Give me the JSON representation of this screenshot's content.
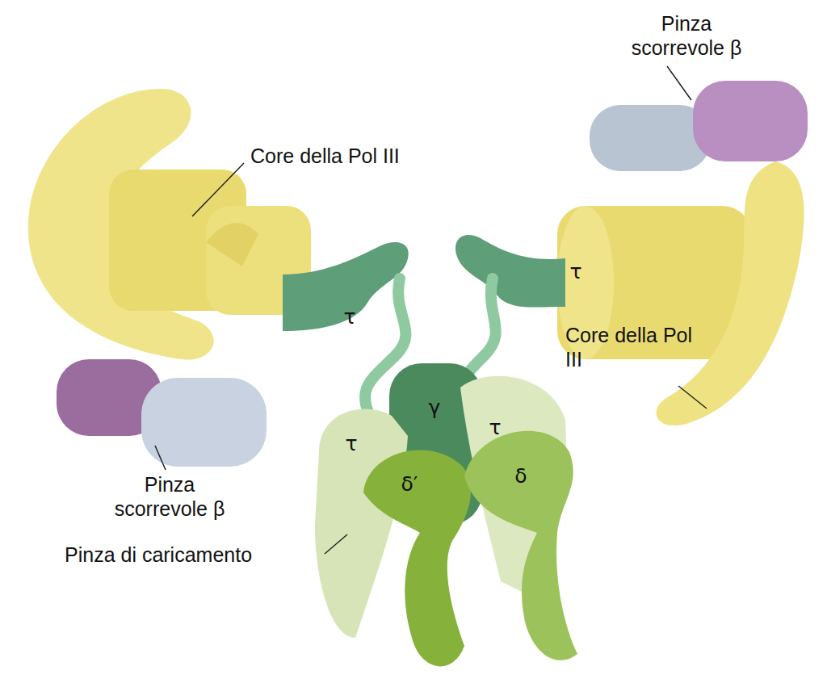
{
  "diagram": {
    "labels": [
      "Pinza scorrevole β",
      "Core della Pol III",
      "τ",
      "τ",
      "Core della Pol III",
      "γ",
      "τ",
      "τ",
      "δ′",
      "δ",
      "Pinza scorrevole β",
      "Pinza di caricamento"
    ]
  }
}
